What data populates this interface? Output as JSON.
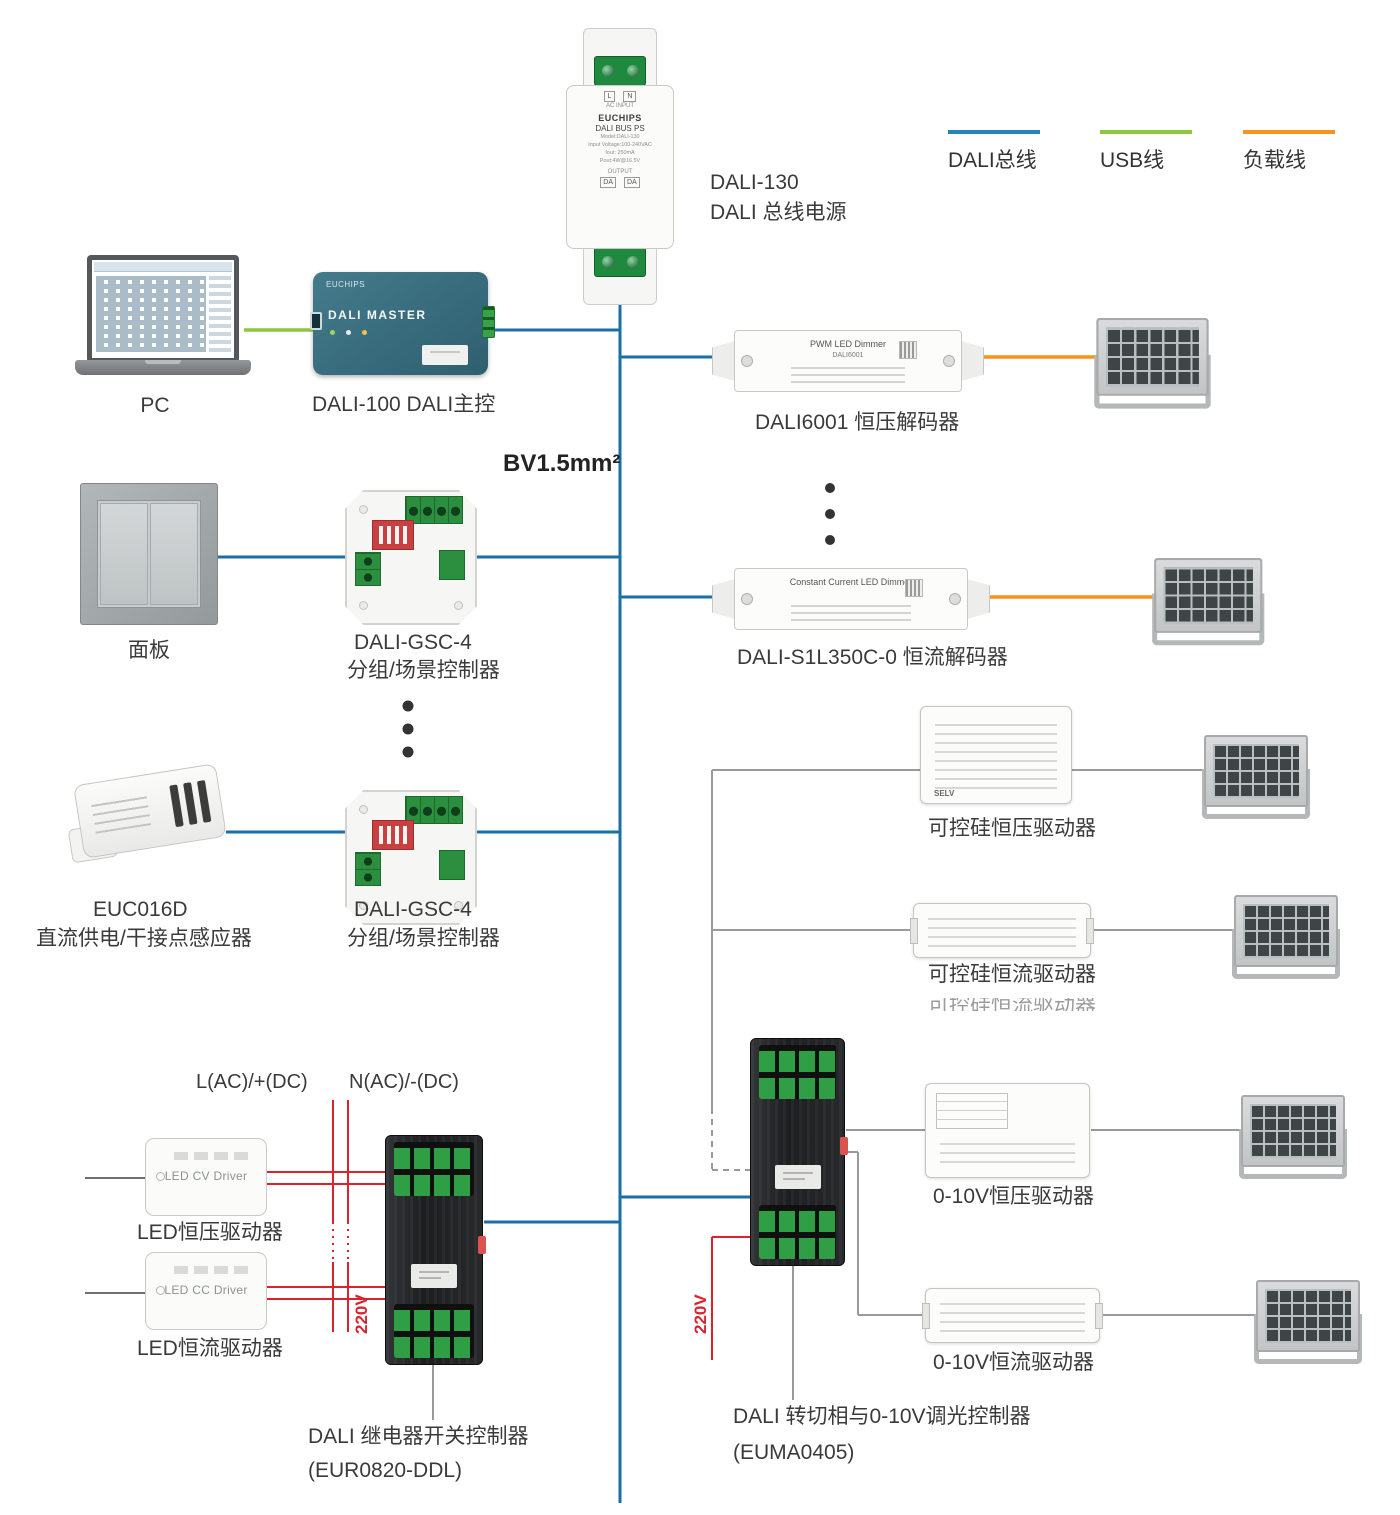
{
  "colors": {
    "dali_bus_line": "#2584b8",
    "usb_line": "#8dc63f",
    "load_line": "#f7941d",
    "power_line": "#d9232e"
  },
  "legend": {
    "items": [
      {
        "label": "DALI总线",
        "color": "#2584b8"
      },
      {
        "label": "USB线",
        "color": "#8dc63f"
      },
      {
        "label": "负载线",
        "color": "#f7941d"
      }
    ]
  },
  "labels": {
    "dali130_name": "DALI-130",
    "dali130_desc": "DALI 总线电源",
    "pc": "PC",
    "dali100": "DALI-100  DALI主控",
    "wire_spec": "BV1.5mm²",
    "panel": "面板",
    "gsc4_a_name": "DALI-GSC-4",
    "gsc4_a_desc": "分组/场景控制器",
    "euc016d_name": "EUC016D",
    "euc016d_desc": "直流供电/干接点感应器",
    "gsc4_b_name": "DALI-GSC-4",
    "gsc4_b_desc": "分组/场景控制器",
    "dali6001": "DALI6001  恒压解码器",
    "s1l350c": "DALI-S1L350C-0  恒流解码器",
    "triac_cv": "可控硅恒压驱动器",
    "triac_cc": "可控硅恒流驱动器",
    "artifact": "可控硅恒流驱动器",
    "v010_cv": "0-10V恒压驱动器",
    "v010_cc": "0-10V恒流驱动器",
    "led_cv": "LED恒压驱动器",
    "led_cc": "LED恒流驱动器",
    "relay_name": "DALI 继电器开关控制器",
    "relay_model": "(EUR0820-DDL)",
    "euma_name": "DALI 转切相与0-10V调光控制器",
    "euma_model": "(EUMA0405)",
    "l_ac": "L(AC)/+(DC)",
    "n_ac": "N(AC)/-(DC)",
    "v220_left": "220V",
    "v220_right": "220V"
  },
  "devices": {
    "dali130": {
      "l": "L",
      "n": "N",
      "ac_input": "AC INPUT",
      "brand": "EUCHIPS",
      "name": "DALI BUS PS",
      "spec1": "Model:DALI-130",
      "spec2": "Input Voltage:100-240VAC",
      "spec3": "Iout: 250mA",
      "spec4": "Pout:4W@16.5V",
      "output": "OUTPUT",
      "da1": "DA",
      "da2": "DA"
    },
    "dali100": {
      "brand": "EUCHIPS",
      "name": "DALI MASTER"
    },
    "dali6001": {
      "title": "PWM LED Dimmer",
      "model": "DALI6001"
    },
    "s1l350c": {
      "title": "Constant Current LED Dimmer"
    },
    "triac_cv": {
      "selv": "SELV"
    },
    "led_cv": {
      "name": "LED CV Driver"
    },
    "led_cc": {
      "name": "LED CC Driver"
    }
  }
}
